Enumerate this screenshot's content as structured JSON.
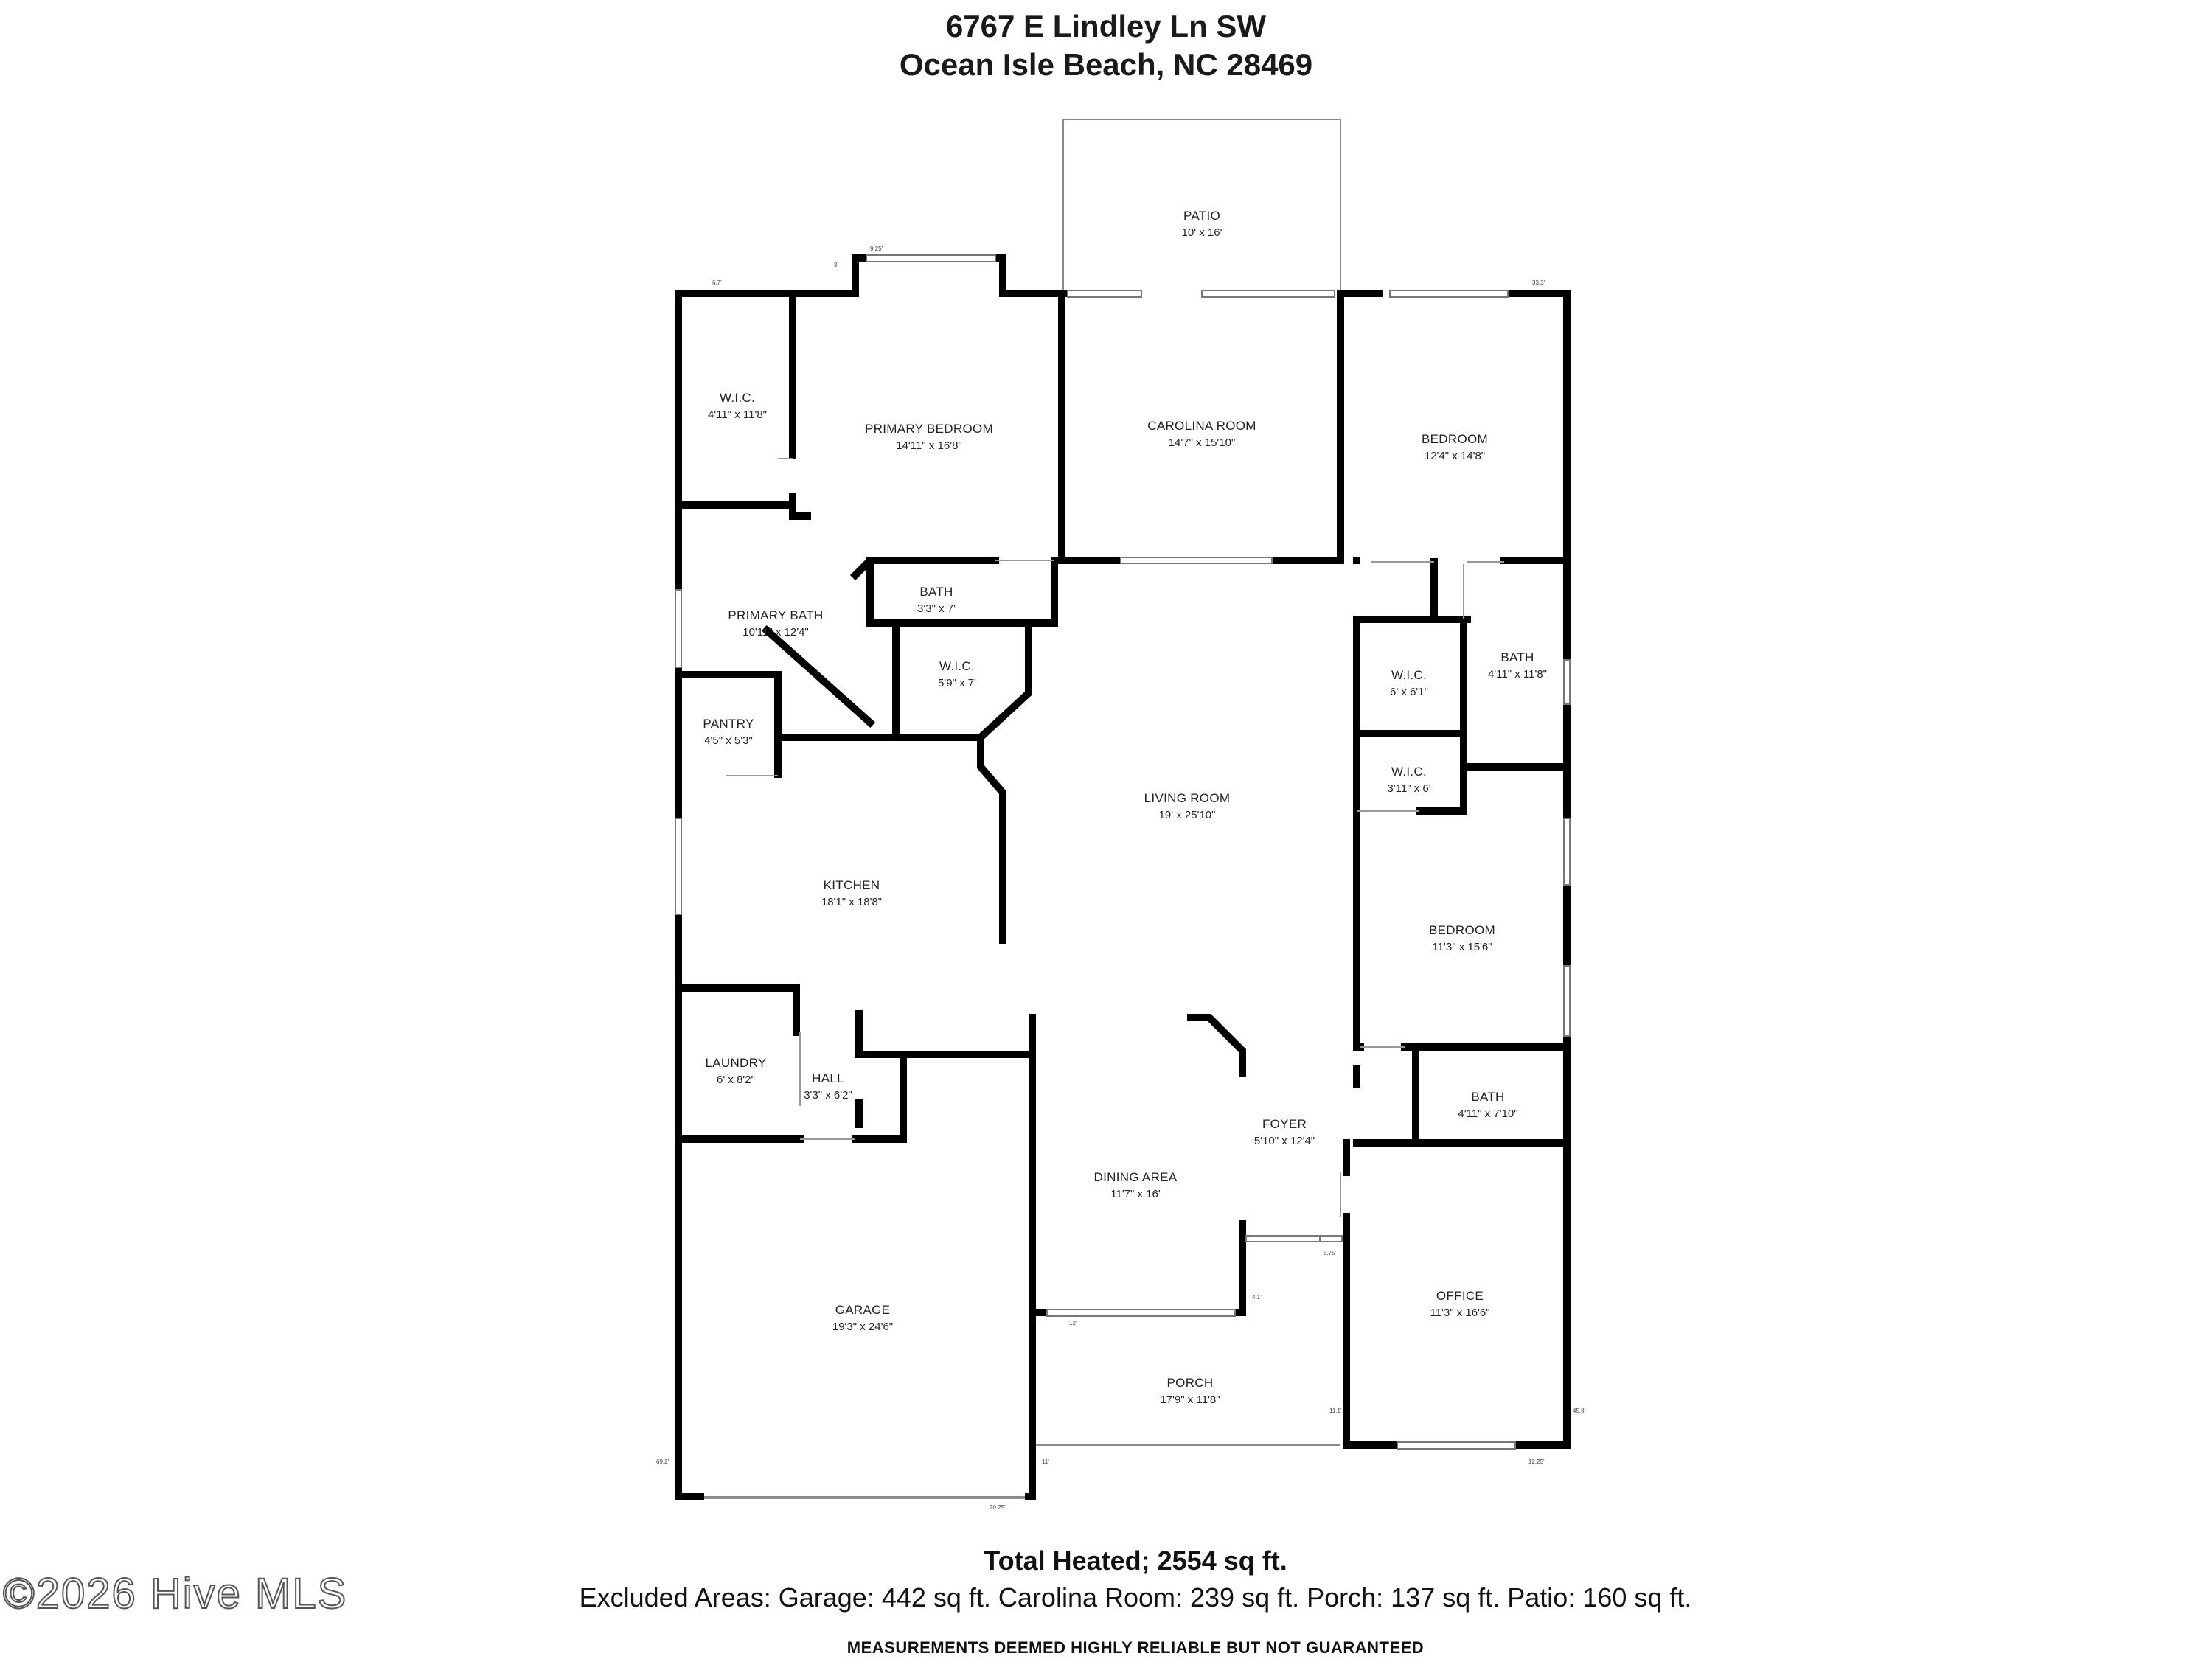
{
  "header": {
    "street": "6767 E Lindley Ln SW",
    "city": "Ocean Isle Beach, NC 28469"
  },
  "rooms": {
    "patio": {
      "name": "PATIO",
      "size": "10' x 16'"
    },
    "wic1": {
      "name": "W.I.C.",
      "size": "4'11\" x 11'8\""
    },
    "primary_bedroom": {
      "name": "PRIMARY BEDROOM",
      "size": "14'11\" x 16'8\""
    },
    "carolina_room": {
      "name": "CAROLINA ROOM",
      "size": "14'7\" x 15'10\""
    },
    "bedroom1": {
      "name": "BEDROOM",
      "size": "12'4\" x 14'8\""
    },
    "primary_bath": {
      "name": "PRIMARY BATH",
      "size": "10'11\" x 12'4\""
    },
    "bath1": {
      "name": "BATH",
      "size": "3'3\" x 7'"
    },
    "wic2": {
      "name": "W.I.C.",
      "size": "5'9\" x 7'"
    },
    "wic3": {
      "name": "W.I.C.",
      "size": "6' x 6'1\""
    },
    "bath2": {
      "name": "BATH",
      "size": "4'11\" x 11'8\""
    },
    "pantry": {
      "name": "PANTRY",
      "size": "4'5\" x 5'3\""
    },
    "living_room": {
      "name": "LIVING ROOM",
      "size": "19' x 25'10\""
    },
    "wic4": {
      "name": "W.I.C.",
      "size": "3'11\" x 6'"
    },
    "kitchen": {
      "name": "KITCHEN",
      "size": "18'1\" x 18'8\""
    },
    "bedroom2": {
      "name": "BEDROOM",
      "size": "11'3\" x 15'6\""
    },
    "laundry": {
      "name": "LAUNDRY",
      "size": "6' x 8'2\""
    },
    "hall": {
      "name": "HALL",
      "size": "3'3\" x 6'2\""
    },
    "bath3": {
      "name": "BATH",
      "size": "4'11\" x 7'10\""
    },
    "foyer": {
      "name": "FOYER",
      "size": "5'10\" x 12'4\""
    },
    "dining_area": {
      "name": "DINING AREA",
      "size": "11'7\" x 16'"
    },
    "office": {
      "name": "OFFICE",
      "size": "11'3\" x 16'6\""
    },
    "garage": {
      "name": "GARAGE",
      "size": "19'3\" x 24'6\""
    },
    "porch": {
      "name": "PORCH",
      "size": "17'9\" x 11'8\""
    }
  },
  "dimension_notes": {
    "d1": "6.7'",
    "d2": "9.25'",
    "d3": "3'",
    "d4": "33.3'",
    "d5": "5.75'",
    "d6": "4.1'",
    "d7": "12'",
    "d8": "11.1'",
    "d9": "45.8'",
    "d10": "11'",
    "d11": "12.25'",
    "d12": "69.2'",
    "d13": "20.25'"
  },
  "footer": {
    "total": "Total Heated; 2554 sq ft.",
    "excluded": "Excluded Areas: Garage: 442 sq ft. Carolina Room: 239 sq ft. Porch: 137 sq ft. Patio: 160 sq ft.",
    "disclaimer": "MEASUREMENTS DEEMED HIGHLY RELIABLE BUT NOT GUARANTEED",
    "watermark": "©2026 Hive MLS"
  },
  "colors": {
    "wall": "#000000",
    "window": "#9a9a9a",
    "thin_line": "#8a8a8a"
  }
}
